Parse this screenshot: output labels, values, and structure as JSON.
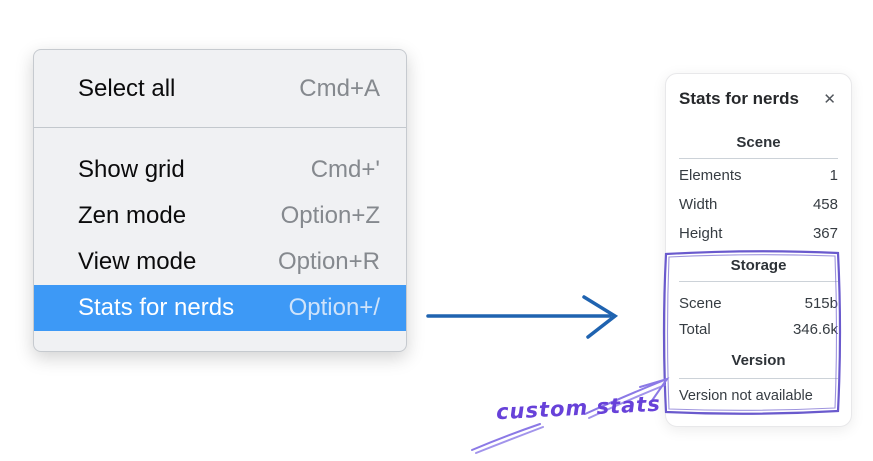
{
  "colors": {
    "menu_bg": "#f0f1f3",
    "menu_border": "#c6cacf",
    "menu_text": "#0b0b0c",
    "shortcut_text": "#85898e",
    "highlight_bg": "#3d99f6",
    "highlight_text": "#ffffff",
    "highlight_shortcut": "#cfe3fa",
    "arrow_blue": "#1f63b0",
    "panel_text": "#363c42",
    "violet_box": "#6a5acd",
    "violet_arrow": "#8b79e6",
    "violet_text": "#6741d9"
  },
  "menu": {
    "groups": [
      {
        "items": [
          {
            "label": "Select all",
            "shortcut": "Cmd+A"
          }
        ]
      },
      {
        "items": [
          {
            "label": "Show grid",
            "shortcut": "Cmd+'"
          },
          {
            "label": "Zen mode",
            "shortcut": "Option+Z"
          },
          {
            "label": "View mode",
            "shortcut": "Option+R"
          },
          {
            "label": "Stats for nerds",
            "shortcut": "Option+/"
          }
        ]
      }
    ],
    "highlighted_item": "Stats for nerds"
  },
  "panel": {
    "title": "Stats for nerds",
    "close_icon": "✕",
    "scene": {
      "heading": "Scene",
      "rows": [
        {
          "label": "Elements",
          "value": "1"
        },
        {
          "label": "Width",
          "value": "458"
        },
        {
          "label": "Height",
          "value": "367"
        }
      ]
    },
    "storage": {
      "heading": "Storage",
      "rows": [
        {
          "label": "Scene",
          "value": "515b"
        },
        {
          "label": "Total",
          "value": "346.6k"
        }
      ]
    },
    "version": {
      "heading": "Version",
      "note": "Version not available"
    }
  },
  "annotation": {
    "label": "custom stats"
  }
}
